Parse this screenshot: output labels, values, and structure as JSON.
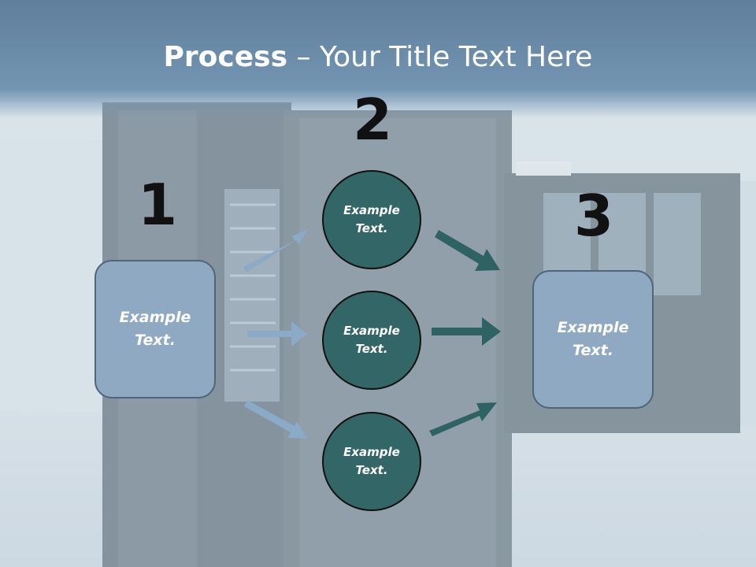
{
  "title": {
    "bold": "Process",
    "rest": " – Your Title Text Here"
  },
  "steps": {
    "one": "1",
    "two": "2",
    "three": "3"
  },
  "left_box": {
    "text": "Example Text."
  },
  "circles": [
    {
      "text": "Example Text."
    },
    {
      "text": "Example Text."
    },
    {
      "text": "Example Text."
    }
  ],
  "right_box": {
    "text": "Example Text."
  },
  "colors": {
    "title_bar": "#6a8aa8",
    "box_fill": "#8fa9c2",
    "circle_fill": "#336666",
    "arrow_light": "#8aaac8",
    "arrow_dark": "#2f6262"
  }
}
